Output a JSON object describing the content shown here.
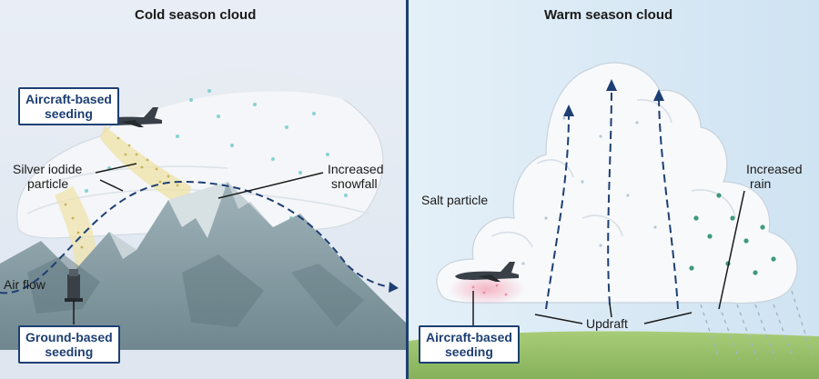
{
  "panels": {
    "cold": {
      "title": "Cold season cloud",
      "aircraft_box": {
        "line1": "Aircraft-based",
        "line2": "seeding"
      },
      "particle_label": {
        "line1": "Silver iodide",
        "line2": "particle"
      },
      "snow_label": {
        "line1": "Increased",
        "line2": "snowfall"
      },
      "airflow_label": "Air flow",
      "ground_box": {
        "line1": "Ground-based",
        "line2": "seeding"
      }
    },
    "warm": {
      "title": "Warm season cloud",
      "salt_label": "Salt particle",
      "rain_label": {
        "line1": "Increased",
        "line2": "rain"
      },
      "updraft_label": "Updraft",
      "aircraft_box": {
        "line1": "Aircraft-based",
        "line2": "seeding"
      }
    }
  },
  "colors": {
    "navy": "#1d3f73",
    "sky_cold": "#e6ecf4",
    "sky_warm": "#dcecf7",
    "cloud": "#f7f9fb",
    "mountain": "#8a9ea6",
    "ground": "#9cc26a",
    "silver_iodide": "#e8d27a",
    "salt": "#f2b7c4",
    "rain_drop": "#3f9a78"
  },
  "icons": [
    "aircraft-icon",
    "ground-generator-icon",
    "mountain-icon",
    "cloud-icon",
    "arrow-icon"
  ]
}
